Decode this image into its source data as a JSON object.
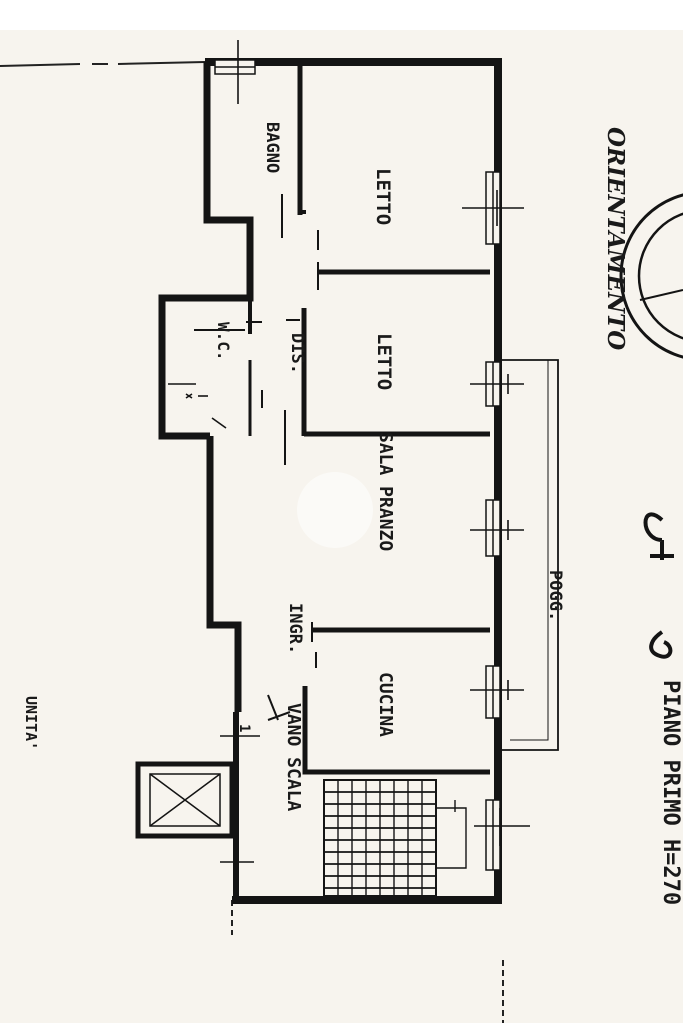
{
  "colors": {
    "paper": "#f7f4ee",
    "ink": "#141414",
    "margin": "#ffffff"
  },
  "labels": {
    "unita": "UNITA'",
    "piano": "PIANO PRIMO H=270",
    "orientamento": "ORIENTAMENTO",
    "bagno": "BAGNO",
    "letto1": "LETTO",
    "wc": "W.C.",
    "dis": "DIS.",
    "letto2": "LETTO",
    "sala": "SALA PRANZO",
    "ingr": "INGR.",
    "cucina": "CUCINA",
    "vano": "VANO SCALA",
    "pogg": "POGG.",
    "stair_mark": "1"
  }
}
